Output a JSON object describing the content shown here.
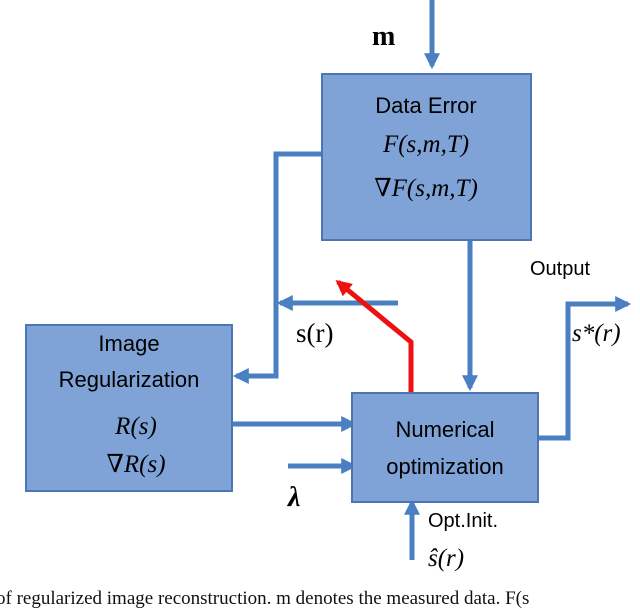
{
  "boxes": {
    "data_error": {
      "title": "Data Error",
      "formula1": "F(s,m,T)",
      "formula2": "∇F(s,m,T)"
    },
    "regularization": {
      "title_line1": "Image",
      "title_line2": "Regularization",
      "formula1": "R(s)",
      "formula2": "∇R(s)"
    },
    "optimization": {
      "line1": "Numerical",
      "line2": "optimization"
    }
  },
  "labels": {
    "measured_data": "m",
    "estimate": "s(r)",
    "output_title": "Output",
    "output_value": "s*(r)",
    "lambda": "λ",
    "init_title": "Opt.Init.",
    "init_value": "ŝ(r)"
  },
  "caption": "of regularized image reconstruction. m denotes the measured data. F(s"
}
